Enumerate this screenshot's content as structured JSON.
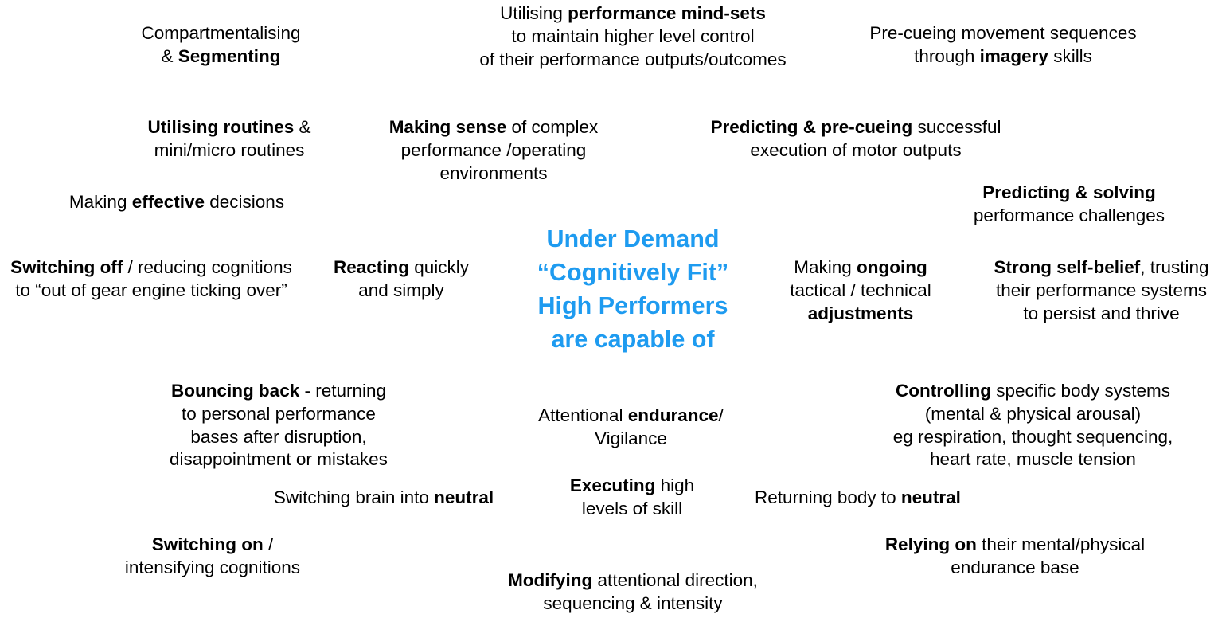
{
  "diagram": {
    "title_center": {
      "lines": [
        "Under Demand",
        "“Cognitively Fit”",
        "High Performers",
        "are capable of"
      ],
      "color": "#1E9BF0"
    },
    "text_color": "#000000",
    "background": "#FFFFFF",
    "nodes": [
      {
        "id": "compartmentalising",
        "lines": [
          [
            {
              "t": "Compartmentalising",
              "b": false
            }
          ],
          [
            {
              "t": "& ",
              "b": false
            },
            {
              "t": "Segmenting",
              "b": true
            }
          ]
        ]
      },
      {
        "id": "performance-mind-sets",
        "lines": [
          [
            {
              "t": "Utilising ",
              "b": false
            },
            {
              "t": "performance mind-sets",
              "b": true
            }
          ],
          [
            {
              "t": "to maintain higher level control",
              "b": false
            }
          ],
          [
            {
              "t": "of their performance outputs/outcomes",
              "b": false
            }
          ]
        ]
      },
      {
        "id": "pre-cueing-imagery",
        "lines": [
          [
            {
              "t": "Pre-cueing movement sequences",
              "b": false
            }
          ],
          [
            {
              "t": "through ",
              "b": false
            },
            {
              "t": "imagery",
              "b": true
            },
            {
              "t": " skills",
              "b": false
            }
          ]
        ]
      },
      {
        "id": "utilising-routines",
        "lines": [
          [
            {
              "t": "Utilising routines",
              "b": true
            },
            {
              "t": " &",
              "b": false
            }
          ],
          [
            {
              "t": "mini/micro routines",
              "b": false
            }
          ]
        ]
      },
      {
        "id": "making-sense",
        "lines": [
          [
            {
              "t": "Making sense",
              "b": true
            },
            {
              "t": " of complex",
              "b": false
            }
          ],
          [
            {
              "t": "performance /operating",
              "b": false
            }
          ],
          [
            {
              "t": "environments",
              "b": false
            }
          ]
        ]
      },
      {
        "id": "predicting-pre-cueing",
        "lines": [
          [
            {
              "t": "Predicting & pre-cueing",
              "b": true
            },
            {
              "t": " successful",
              "b": false
            }
          ],
          [
            {
              "t": "execution of motor outputs",
              "b": false
            }
          ]
        ]
      },
      {
        "id": "predicting-solving",
        "lines": [
          [
            {
              "t": "Predicting & solving",
              "b": true
            }
          ],
          [
            {
              "t": "performance challenges",
              "b": false
            }
          ]
        ]
      },
      {
        "id": "making-effective-decisions",
        "lines": [
          [
            {
              "t": "Making ",
              "b": false
            },
            {
              "t": "effective",
              "b": true
            },
            {
              "t": " decisions",
              "b": false
            }
          ]
        ]
      },
      {
        "id": "switching-off",
        "lines": [
          [
            {
              "t": "Switching off",
              "b": true
            },
            {
              "t": " / reducing cognitions",
              "b": false
            }
          ],
          [
            {
              "t": "to “out of gear engine ticking over”",
              "b": false
            }
          ]
        ]
      },
      {
        "id": "reacting-quickly",
        "lines": [
          [
            {
              "t": "Reacting",
              "b": true
            },
            {
              "t": " quickly",
              "b": false
            }
          ],
          [
            {
              "t": "and simply",
              "b": false
            }
          ]
        ]
      },
      {
        "id": "making-ongoing-adjustments",
        "lines": [
          [
            {
              "t": "Making ",
              "b": false
            },
            {
              "t": "ongoing",
              "b": true
            }
          ],
          [
            {
              "t": "tactical / technical",
              "b": false
            }
          ],
          [
            {
              "t": "adjustments",
              "b": true
            }
          ]
        ]
      },
      {
        "id": "strong-self-belief",
        "lines": [
          [
            {
              "t": "Strong self-belief",
              "b": true
            },
            {
              "t": ", trusting",
              "b": false
            }
          ],
          [
            {
              "t": "their performance systems",
              "b": false
            }
          ],
          [
            {
              "t": "to persist and thrive",
              "b": false
            }
          ]
        ]
      },
      {
        "id": "bouncing-back",
        "lines": [
          [
            {
              "t": "Bouncing back",
              "b": true
            },
            {
              "t": " - returning",
              "b": false
            }
          ],
          [
            {
              "t": "to personal performance",
              "b": false
            }
          ],
          [
            {
              "t": "bases after disruption,",
              "b": false
            }
          ],
          [
            {
              "t": "disappointment or mistakes",
              "b": false
            }
          ]
        ]
      },
      {
        "id": "attentional-endurance",
        "lines": [
          [
            {
              "t": "Attentional ",
              "b": false
            },
            {
              "t": "endurance",
              "b": true
            },
            {
              "t": "/",
              "b": false
            }
          ],
          [
            {
              "t": "Vigilance",
              "b": false
            }
          ]
        ]
      },
      {
        "id": "controlling-body-systems",
        "lines": [
          [
            {
              "t": "Controlling",
              "b": true
            },
            {
              "t": " specific body systems",
              "b": false
            }
          ],
          [
            {
              "t": "(mental & physical arousal)",
              "b": false
            }
          ],
          [
            {
              "t": "eg respiration, thought sequencing,",
              "b": false
            }
          ],
          [
            {
              "t": "heart rate, muscle tension",
              "b": false
            }
          ]
        ]
      },
      {
        "id": "switching-brain-neutral",
        "lines": [
          [
            {
              "t": "Switching brain into ",
              "b": false
            },
            {
              "t": "neutral",
              "b": true
            }
          ]
        ]
      },
      {
        "id": "executing-high-levels",
        "lines": [
          [
            {
              "t": "Executing",
              "b": true
            },
            {
              "t": " high",
              "b": false
            }
          ],
          [
            {
              "t": "levels of skill",
              "b": false
            }
          ]
        ]
      },
      {
        "id": "returning-body-neutral",
        "lines": [
          [
            {
              "t": "Returning body to ",
              "b": false
            },
            {
              "t": "neutral",
              "b": true
            }
          ]
        ]
      },
      {
        "id": "switching-on",
        "lines": [
          [
            {
              "t": "Switching on",
              "b": true
            },
            {
              "t": " /",
              "b": false
            }
          ],
          [
            {
              "t": "intensifying cognitions",
              "b": false
            }
          ]
        ]
      },
      {
        "id": "relying-on-endurance-base",
        "lines": [
          [
            {
              "t": "Relying on",
              "b": true
            },
            {
              "t": " their mental/physical",
              "b": false
            }
          ],
          [
            {
              "t": "endurance base",
              "b": false
            }
          ]
        ]
      },
      {
        "id": "modifying-attentional-direction",
        "lines": [
          [
            {
              "t": "Modifying",
              "b": true
            },
            {
              "t": " attentional direction,",
              "b": false
            }
          ],
          [
            {
              "t": "sequencing & intensity",
              "b": false
            }
          ]
        ]
      }
    ]
  }
}
